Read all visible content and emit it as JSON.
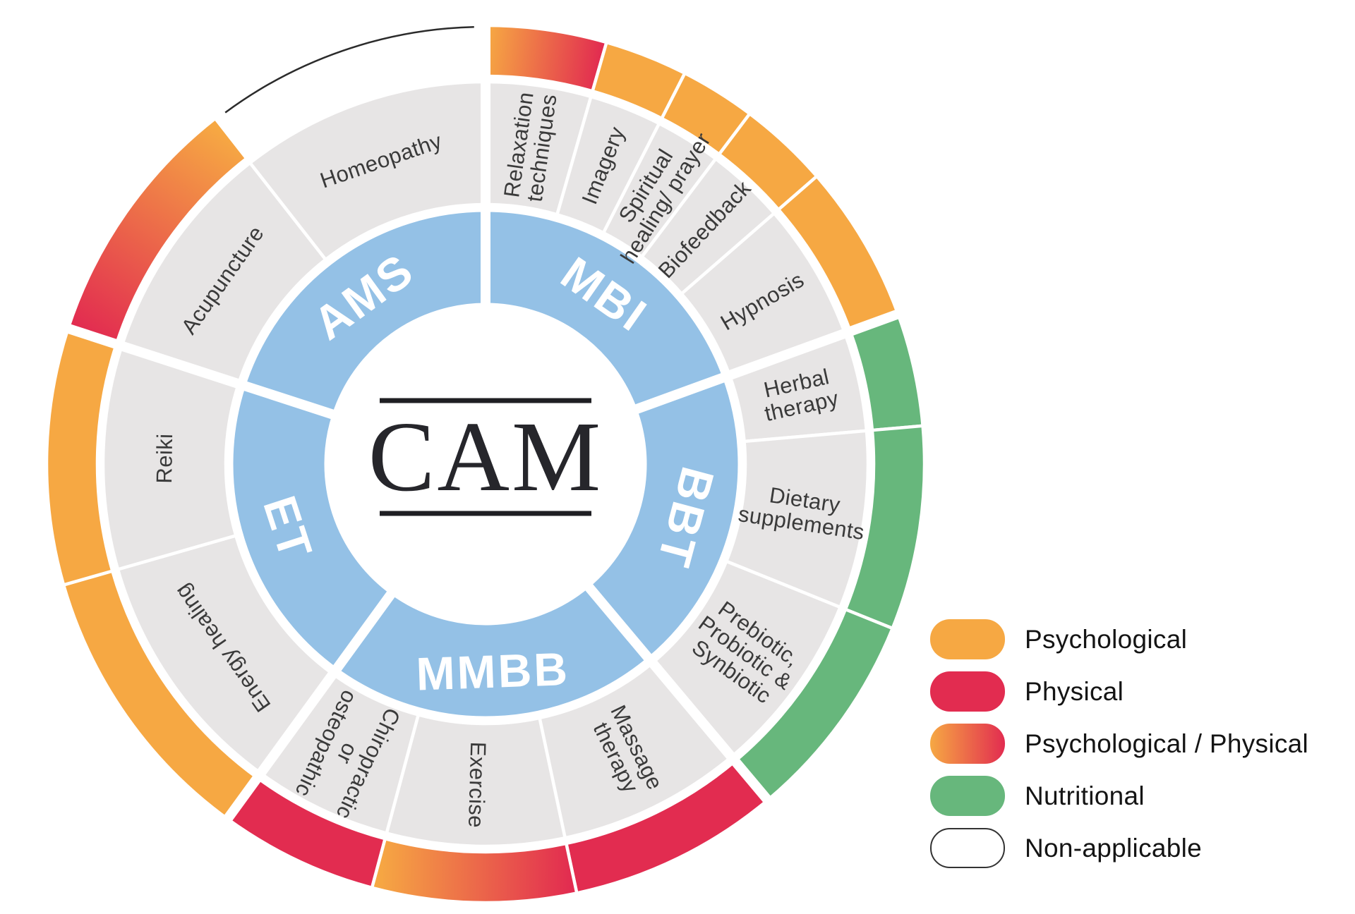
{
  "center": {
    "label": "CAM"
  },
  "sectors": [
    {
      "code": "MBI",
      "start": 0,
      "end": 70,
      "segments": [
        {
          "label": "Relaxation techniques",
          "lines": [
            "Relaxation",
            "techniques"
          ],
          "category": "psychological_physical",
          "gradient_reverse": false,
          "start": 0,
          "end": 16
        },
        {
          "label": "Imagery",
          "lines": [
            "Imagery"
          ],
          "category": "psychological",
          "start": 16,
          "end": 27
        },
        {
          "label": "Spiritual healing/ prayer",
          "lines": [
            "Spiritual",
            "healing/ prayer"
          ],
          "category": "psychological",
          "start": 27,
          "end": 37
        },
        {
          "label": "Biofeedback",
          "lines": [
            "Biofeedback"
          ],
          "category": "psychological",
          "start": 37,
          "end": 49
        },
        {
          "label": "Hypnosis",
          "lines": [
            "Hypnosis"
          ],
          "category": "psychological",
          "start": 49,
          "end": 70
        }
      ]
    },
    {
      "code": "BBT",
      "start": 70,
      "end": 140,
      "segments": [
        {
          "label": "Herbal therapy",
          "lines": [
            "Herbal",
            "therapy"
          ],
          "category": "nutritional",
          "start": 70,
          "end": 85
        },
        {
          "label": "Dietary supplements",
          "lines": [
            "Dietary",
            "supplements"
          ],
          "category": "nutritional",
          "start": 85,
          "end": 112
        },
        {
          "label": "Prebiotic, Probiotic & Synbiotic",
          "lines": [
            "Prebiotic,",
            "Probiotic &",
            "Synbiotic"
          ],
          "category": "nutritional",
          "start": 112,
          "end": 140
        }
      ]
    },
    {
      "code": "MMBB",
      "start": 140,
      "end": 216,
      "segments": [
        {
          "label": "Massage therapy",
          "lines": [
            "Massage",
            "therapy"
          ],
          "category": "physical",
          "start": 140,
          "end": 168
        },
        {
          "label": "Exercise",
          "lines": [
            "Exercise"
          ],
          "category": "psychological_physical",
          "gradient_reverse": true,
          "start": 168,
          "end": 195
        },
        {
          "label": "Chiropractic or osteopathic",
          "lines": [
            "Chiropractic",
            "or",
            "osteopathic"
          ],
          "category": "physical",
          "start": 195,
          "end": 216
        }
      ]
    },
    {
      "code": "ET",
      "start": 216,
      "end": 288,
      "segments": [
        {
          "label": "Energy healing",
          "lines": [
            "Energy healing"
          ],
          "category": "psychological",
          "start": 216,
          "end": 254
        },
        {
          "label": "Reiki",
          "lines": [
            "Reiki"
          ],
          "category": "psychological",
          "start": 254,
          "end": 288
        }
      ]
    },
    {
      "code": "AMS",
      "start": 288,
      "end": 360,
      "segments": [
        {
          "label": "Acupuncture",
          "lines": [
            "Acupuncture"
          ],
          "category": "psychological_physical",
          "gradient_reverse": true,
          "start": 288,
          "end": 322
        },
        {
          "label": "Homeopathy",
          "lines": [
            "Homeopathy"
          ],
          "category": "non_applicable",
          "start": 322,
          "end": 360
        }
      ]
    }
  ],
  "legend": {
    "items": [
      {
        "label": "Psychological",
        "category": "psychological"
      },
      {
        "label": "Physical",
        "category": "physical"
      },
      {
        "label": "Psychological / Physical",
        "category": "psychological_physical"
      },
      {
        "label": "Nutritional",
        "category": "nutritional"
      },
      {
        "label": "Non-applicable",
        "category": "non_applicable"
      }
    ]
  },
  "colors": {
    "psychological": "#F6A843",
    "physical": "#E22C50",
    "nutritional": "#67B77C",
    "non_applicable": "#FFFFFF",
    "inner_ring": "#94C1E6",
    "mid_ring": "#E7E5E5",
    "label_text": "#3A3A3A",
    "center_text": "#26262B",
    "outline": "#2B2B2B"
  }
}
